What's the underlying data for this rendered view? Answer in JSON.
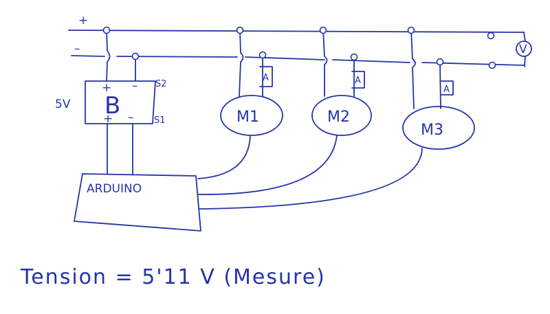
{
  "rails": {
    "positive_label": "+",
    "negative_label": "–"
  },
  "battery": {
    "letter": "B",
    "voltage_label": "5V",
    "top_plus": "+",
    "top_minus": "–",
    "bottom_plus": "+",
    "bottom_minus": "–",
    "switch_top": "S2",
    "switch_bottom": "S1"
  },
  "motors": [
    {
      "label": "M1",
      "ammeter": "A"
    },
    {
      "label": "M2",
      "ammeter": "A"
    },
    {
      "label": "M3",
      "ammeter": "A"
    }
  ],
  "voltmeter": {
    "label": "V"
  },
  "controller": {
    "label": "ARDUINO"
  },
  "note": {
    "text": "Tension  =  5'11 V  (Mesure)"
  },
  "ink_color": "#2433a8"
}
